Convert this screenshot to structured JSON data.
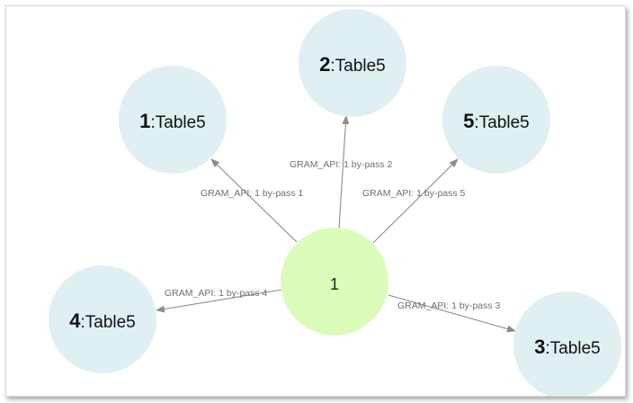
{
  "graph": {
    "source": {
      "label": "1",
      "color": "#dcfcbc"
    },
    "targets": [
      {
        "id": "t1",
        "num": "1",
        "name": ":Table5",
        "edge_label": "GRAM_API: 1 by-pass 1"
      },
      {
        "id": "t2",
        "num": "2",
        "name": ":Table5",
        "edge_label": "GRAM_API: 1 by-pass 2"
      },
      {
        "id": "t5",
        "num": "5",
        "name": ":Table5",
        "edge_label": "GRAM_API: 1 by-pass 5"
      },
      {
        "id": "t4",
        "num": "4",
        "name": ":Table5",
        "edge_label": "GRAM_API: 1 by-pass 4"
      },
      {
        "id": "t3",
        "num": "3",
        "name": ":Table5",
        "edge_label": "GRAM_API: 1 by-pass 3"
      }
    ],
    "target_color": "#dfeff2",
    "edge_color": "#8c8c8c"
  }
}
